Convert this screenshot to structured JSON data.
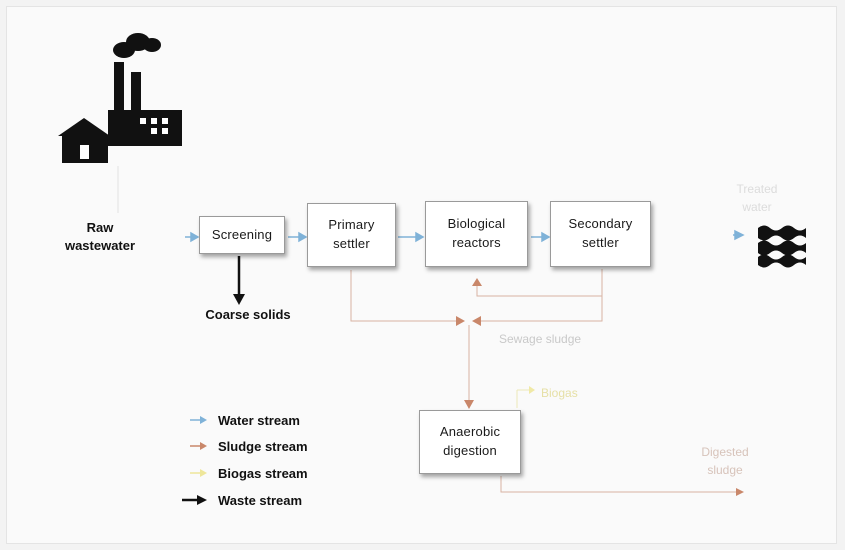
{
  "inputs": {
    "raw": "Raw\nwastewater"
  },
  "units": {
    "screening": "Screening",
    "primary": "Primary\nsettler",
    "bio": "Biological\nreactors",
    "secondary": "Secondary\nsettler",
    "anaerobic": "Anaerobic\ndigestion"
  },
  "outputs": {
    "coarse": "Coarse solids",
    "sewage_sludge": "Sewage sludge",
    "biogas": "Biogas",
    "digested": "Digested\nsludge",
    "treated": "Treated\nwater"
  },
  "legend": {
    "water": "Water stream",
    "sludge": "Sludge stream",
    "biogas": "Biogas stream",
    "waste": "Waste stream"
  },
  "colors": {
    "water": "#7fb2d8",
    "sludge": "#c9876a",
    "biogas": "#eee69a",
    "waste": "#111111",
    "faint_text": "#c2c2c2"
  },
  "icons": {
    "source": "factory-house-icon",
    "discharge": "water-waves-icon"
  }
}
